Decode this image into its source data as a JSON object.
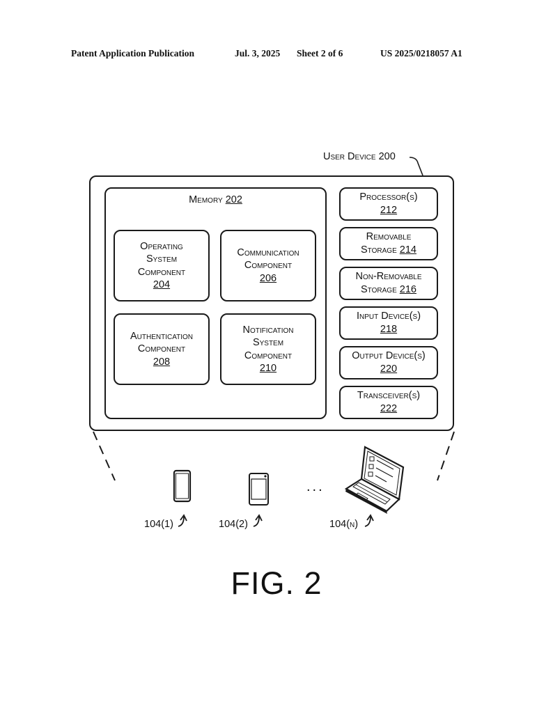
{
  "header": {
    "left": "Patent Application Publication",
    "date": "Jul. 3, 2025",
    "sheet": "Sheet 2 of 6",
    "number": "US 2025/0218057 A1"
  },
  "user_device": {
    "label": "User Device 200"
  },
  "memory": {
    "label": "Memory",
    "ref": "202",
    "components": [
      {
        "lines": [
          "Operating",
          "System",
          "Component"
        ],
        "ref": "204"
      },
      {
        "lines": [
          "Communication",
          "Component"
        ],
        "ref": "206"
      },
      {
        "lines": [
          "Authentication",
          "Component"
        ],
        "ref": "208"
      },
      {
        "lines": [
          "Notification",
          "System",
          "Component"
        ],
        "ref": "210"
      }
    ]
  },
  "hardware": [
    {
      "lines": [
        "Processor(s)"
      ],
      "ref": "212",
      "ref_inline": false
    },
    {
      "lines": [
        "Removable",
        "Storage"
      ],
      "ref": "214",
      "ref_inline": true
    },
    {
      "lines": [
        "Non-Removable",
        "Storage"
      ],
      "ref": "216",
      "ref_inline": true
    },
    {
      "lines": [
        "Input Device(s)"
      ],
      "ref": "218",
      "ref_inline": false
    },
    {
      "lines": [
        "Output Device(s)"
      ],
      "ref": "220",
      "ref_inline": false
    },
    {
      "lines": [
        "Transceiver(s)"
      ],
      "ref": "222",
      "ref_inline": false
    }
  ],
  "devices": [
    {
      "label": "104(1)",
      "type": "phone"
    },
    {
      "label": "104(2)",
      "type": "phone"
    },
    {
      "label": "104(n)",
      "type": "laptop"
    }
  ],
  "ellipsis": "...",
  "figure_label": "FIG. 2",
  "icons": [
    "phone-icon",
    "phone-icon",
    "laptop-icon",
    "curved-arrow-icon"
  ]
}
